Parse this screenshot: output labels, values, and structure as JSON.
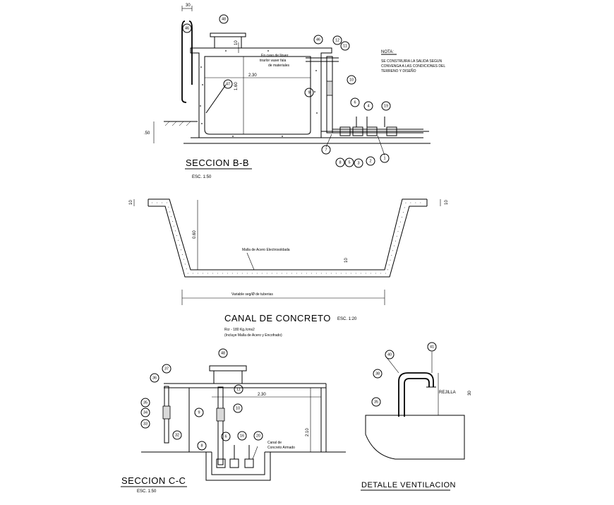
{
  "section_bb": {
    "title": "SECCION B-B",
    "scale": "ESC. 1:50",
    "dim_top": "30",
    "dim_width": "2.30",
    "dim_height": "1.60",
    "dim_slab": "10",
    "dim_bottom": ".50",
    "note_overflow": [
      "En caso de llover",
      "tirarlor vaser fala",
      "de materiales"
    ],
    "markers": [
      "46",
      "48",
      "46",
      "12",
      "11",
      "10",
      "47",
      "9",
      "6",
      "4",
      "19",
      "7",
      "8",
      "5",
      "3",
      "2",
      "1"
    ]
  },
  "nota": {
    "heading": "NOTA:",
    "lines": [
      "SE CONSTRUIRA LA SALIDA SEGUN",
      "CONVENGA A LAS CONDICIONES DEL",
      "TERRENO Y DISEÑO"
    ]
  },
  "canal": {
    "title": "CANAL DE CONCRETO",
    "scale": "ESC. 1:20",
    "spec_line1": "Rcr - 180 Kg./cms2",
    "spec_line2": "(Incluye Malla de Acero y Encofrado)",
    "mesh_label": "Malla de Acero Electrosoldada",
    "width_label": "Variable seg/Ø de tuberias",
    "dim_left": "10",
    "dim_right": "10",
    "dim_height": "0.60",
    "dim_floor": "10"
  },
  "section_cc": {
    "title": "SECCION C-C",
    "scale": "ESC. 1:50",
    "dim_width": "2.30",
    "dim_height": "2.10",
    "canal_label_1": "Canal de",
    "canal_label_2": "Concreto Armado",
    "markers": [
      "48",
      "37",
      "36",
      "11",
      "35",
      "34",
      "33",
      "32",
      "9",
      "10",
      "8",
      "6",
      "16",
      "20"
    ]
  },
  "ventilacion": {
    "title": "DETALLE VENTILACION",
    "rejilla": "REJILLA",
    "dim": "30",
    "markers": [
      "40",
      "41",
      "38",
      "35"
    ]
  }
}
